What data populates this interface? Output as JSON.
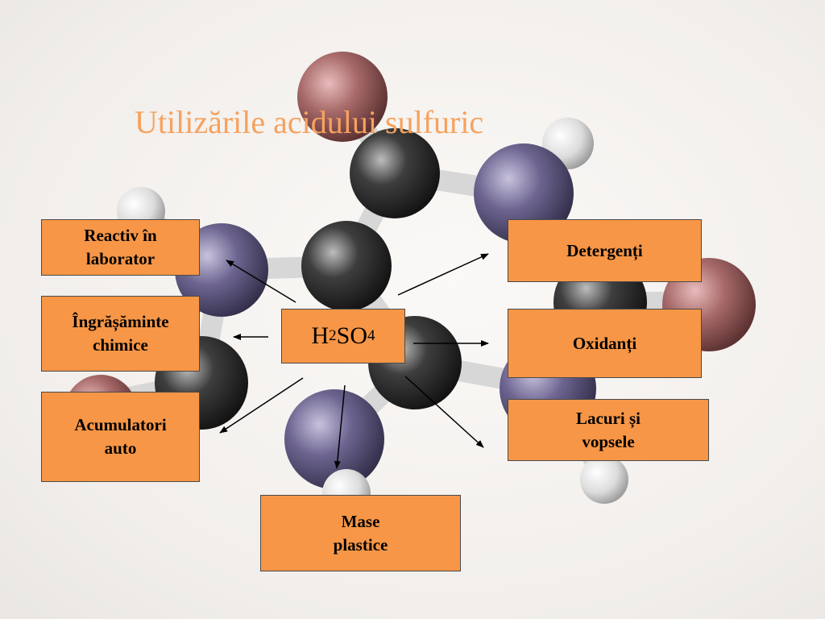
{
  "title": "Utilizările acidului sulfuric",
  "center": {
    "h": "H",
    "sub1": "2",
    "so": "SO",
    "sub2": "4"
  },
  "uses": [
    {
      "id": "reactiv",
      "label": "Reactiv în\nlaborator"
    },
    {
      "id": "ingrasaminte",
      "label": "Îngrășăminte\nchimice"
    },
    {
      "id": "acumulatori",
      "label": "Acumulatori\nauto"
    },
    {
      "id": "detergenti",
      "label": "Detergenți"
    },
    {
      "id": "oxidanti",
      "label": "Oxidanți"
    },
    {
      "id": "lacuri",
      "label": "Lacuri și\nvopsele"
    },
    {
      "id": "mase",
      "label": "Mase\nplastice"
    }
  ],
  "colors": {
    "box": "#f79646",
    "title": "#f6a25f",
    "arrow": "#000000"
  }
}
